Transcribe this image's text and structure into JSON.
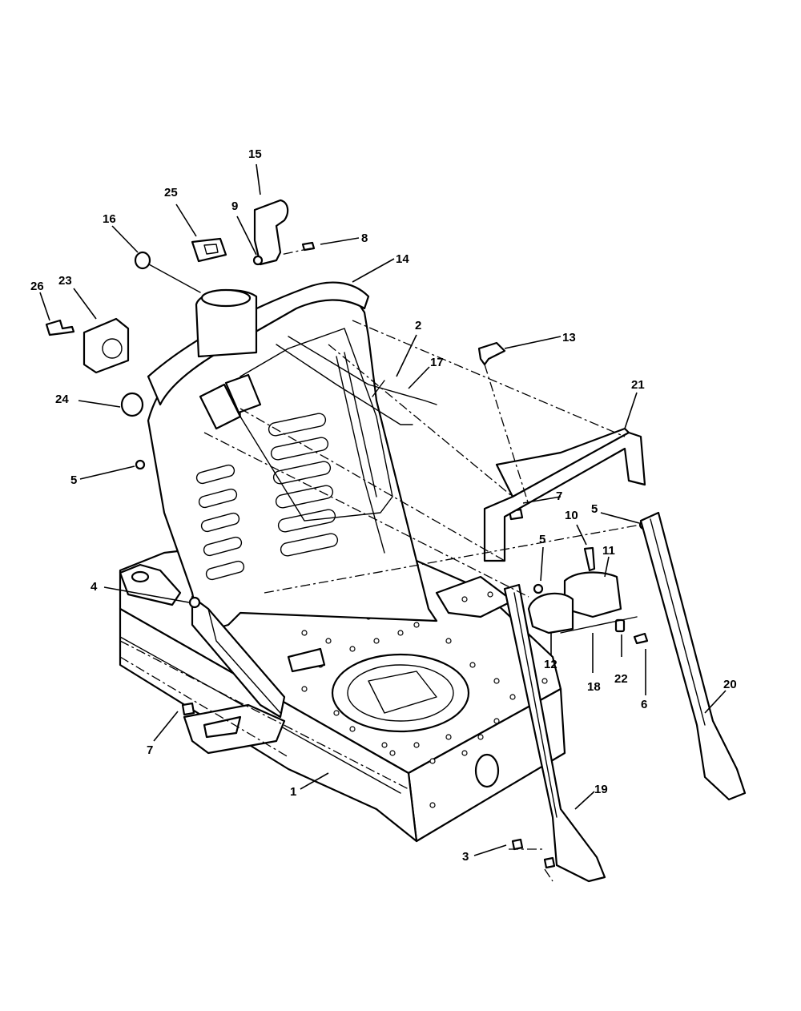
{
  "callouts": {
    "c1": "1",
    "c2": "2",
    "c3": "3",
    "c4": "4",
    "c5a": "5",
    "c5b": "5",
    "c5c": "5",
    "c6": "6",
    "c7a": "7",
    "c7b": "7",
    "c8": "8",
    "c9": "9",
    "c10": "10",
    "c11": "11",
    "c12": "12",
    "c13": "13",
    "c14": "14",
    "c15": "15",
    "c16": "16",
    "c17": "17",
    "c18": "18",
    "c19": "19",
    "c20": "20",
    "c21": "21",
    "c22": "22",
    "c23": "23",
    "c24": "24",
    "c25": "25",
    "c26": "26"
  },
  "colors": {
    "line": "#000000",
    "background": "#ffffff"
  }
}
